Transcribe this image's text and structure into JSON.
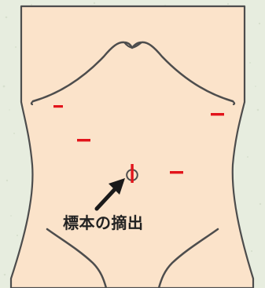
{
  "colors": {
    "background": "#e7eddf",
    "background_speckle": "#d6dfcd",
    "skin": "#fbe3ca",
    "outline": "#4d4d4d",
    "incision": "#e2141b",
    "arrow": "#1a1a1a",
    "label": "#222222"
  },
  "annotation": {
    "label": "標本の摘出",
    "target": "umbilical-port",
    "arrow_icon": "arrow-up-right-icon"
  },
  "incisions": [
    {
      "name": "incision-left-upper",
      "orientation": "horizontal"
    },
    {
      "name": "incision-right-upper",
      "orientation": "horizontal"
    },
    {
      "name": "incision-left-mid",
      "orientation": "horizontal"
    },
    {
      "name": "incision-right-mid",
      "orientation": "horizontal"
    },
    {
      "name": "incision-umbilical",
      "orientation": "vertical"
    }
  ]
}
